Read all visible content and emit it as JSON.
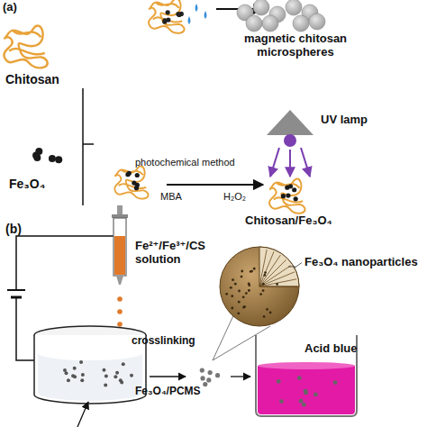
{
  "diagram": {
    "labels": [
      "(a)",
      "magnetic chitosan microspheres",
      "Chitosan",
      "Fe₃O₄",
      "UV lamp",
      "photochemical method",
      "MBA",
      "H₂O₂",
      "Chitosan/Fe₃O₄",
      "(b)",
      "Fe²⁺/Fe³⁺/CS solution",
      "Fe₃O₄ nanoparticles",
      "crosslinking",
      "Fe₃O₄/PCMS",
      "Acid blue"
    ]
  }
}
